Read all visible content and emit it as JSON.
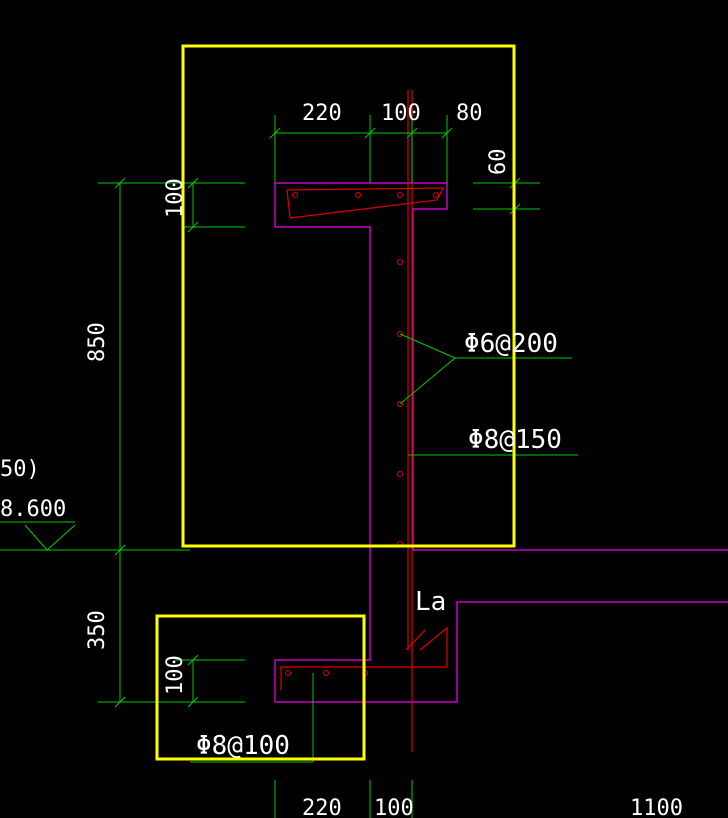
{
  "dimensions": {
    "top_220": "220",
    "top_100": "100",
    "top_80": "80",
    "right_60": "60",
    "left_100_top": "100",
    "left_850": "850",
    "left_350": "350",
    "left_100_bottom": "100",
    "bottom_220": "220",
    "bottom_100": "100",
    "bottom_1100": "1100"
  },
  "labels": {
    "rebar_6_200": "Φ6@200",
    "rebar_8_150": "Φ8@150",
    "rebar_8_100": "Φ8@100",
    "anchorage": "La",
    "elevation_partial_top": "50)",
    "elevation_partial": "8.600"
  },
  "colors": {
    "background": "#000000",
    "dimension_green": "#00c800",
    "outline_magenta": "#c800c8",
    "rebar_red": "#e00000",
    "highlight_yellow": "#ffff00",
    "text_white": "#ffffff"
  }
}
